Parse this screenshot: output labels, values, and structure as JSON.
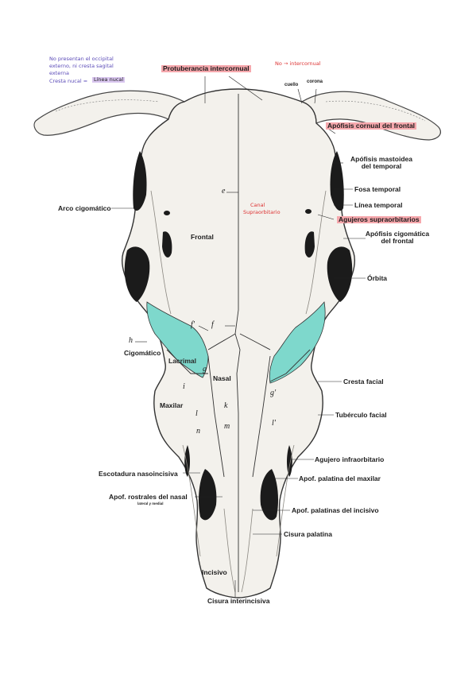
{
  "colors": {
    "bone_fill": "#f3f1ec",
    "bone_shade": "#8a8780",
    "cavity": "#1b1b1b",
    "lacrimal_fill": "#7ed8cc",
    "label_highlight": "#f6a8ad",
    "handwriting": "#5b4bb8",
    "handwriting_red": "#d33333",
    "badge": "#d9c6ef"
  },
  "notes": {
    "top_left_1": "No presentan el occipital",
    "top_left_2": "externo, ni cresta sagital",
    "top_left_3": "externa",
    "top_left_4": "Cresta nucal =",
    "top_left_badge": "Línea nucal",
    "top_right": "No → intercornual",
    "supraorbital_1": "Canal",
    "supraorbital_2": "Supraorbitario"
  },
  "labels": {
    "protuberancia": "Protuberancia intercornual",
    "cuello": "cuello",
    "corona": "corona",
    "apofisis_cornual": "Apófisis cornual del frontal",
    "mastoidea_1": "Apófisis mastoidea",
    "mastoidea_2": "del temporal",
    "fosa_temporal": "Fosa temporal",
    "linea_temporal": "Línea temporal",
    "agujeros_supraorbitarios": "Agujeros supraorbitarios",
    "apofisis_cigomatica_1": "Apófisis cigomática",
    "apofisis_cigomatica_2": "del frontal",
    "arco_cigomatico": "Arco cigomático",
    "frontal": "Frontal",
    "orbita": "Órbita",
    "cigomatico": "Cigomático",
    "lacrimal": "Lacrimal",
    "nasal": "Nasal",
    "maxilar": "Maxilar",
    "cresta_facial": "Cresta facial",
    "tuberculo_facial": "Tubérculo facial",
    "agujero_infraorbitario": "Agujero infraorbitario",
    "escotadura": "Escotadura nasoincisiva",
    "apof_palatina_maxilar": "Apof. palatina del maxilar",
    "apof_rostrales_1": "Apof. rostrales del nasal",
    "apof_rostrales_2": "lateral y medial",
    "apof_palatinas_incisivo": "Apof. palatinas del incisivo",
    "cisura_palatina": "Cisura palatina",
    "incisivo": "Incisivo",
    "cisura_interincisiva": "Cisura interincisiva"
  },
  "letters": {
    "e": "e",
    "f": "f",
    "f_prime": "f'",
    "h": "h",
    "g": "g",
    "g_prime": "g'",
    "i": "i",
    "k": "k",
    "l": "l",
    "l_prime": "l'",
    "m": "m",
    "n": "n"
  }
}
